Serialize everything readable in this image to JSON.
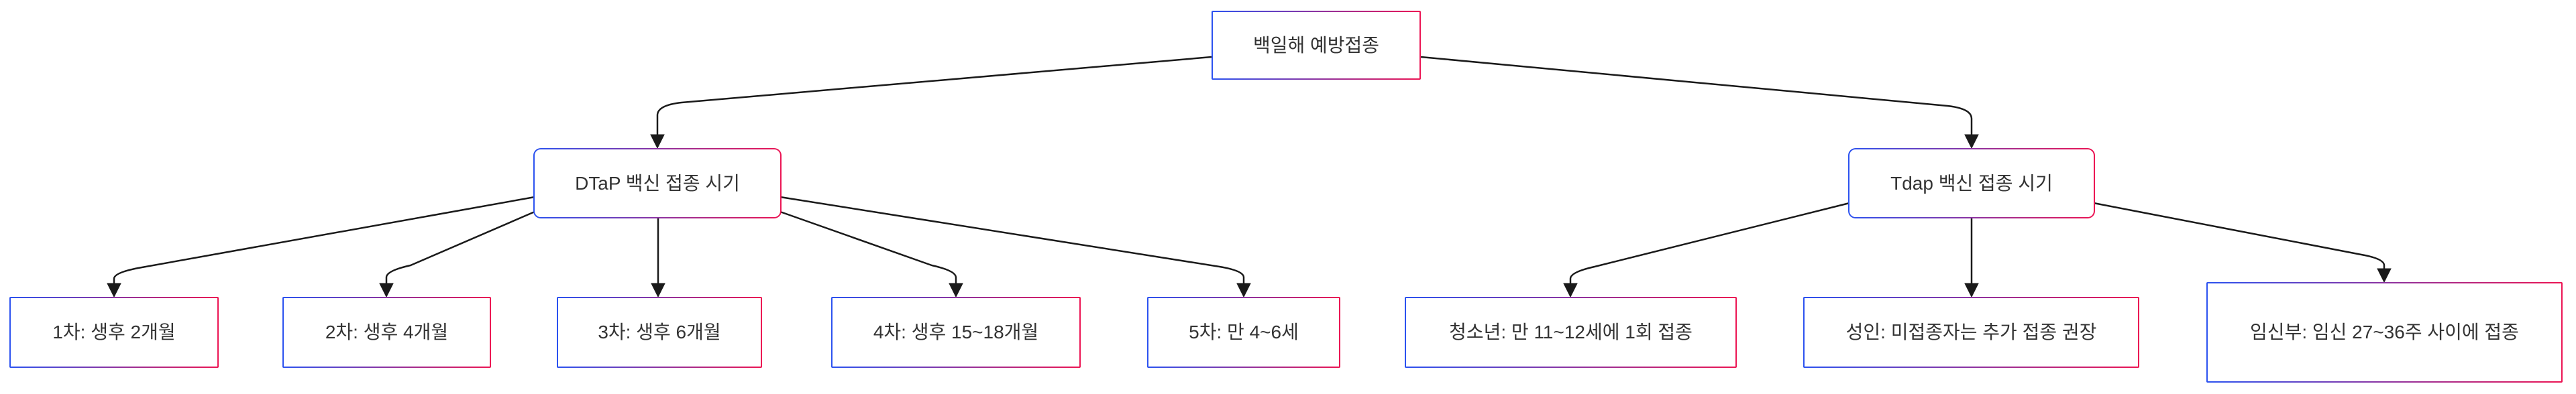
{
  "diagram": {
    "type": "flowchart",
    "direction": "top-down",
    "nodes": {
      "root": {
        "label": "백일해 예방접종",
        "shape": "rect"
      },
      "dtap": {
        "label": "DTaP 백신 접종 시기",
        "shape": "rounded"
      },
      "tdap": {
        "label": "Tdap 백신 접종 시기",
        "shape": "rounded"
      },
      "d1": {
        "label": "1차: 생후 2개월",
        "shape": "rect"
      },
      "d2": {
        "label": "2차: 생후 4개월",
        "shape": "rect"
      },
      "d3": {
        "label": "3차: 생후 6개월",
        "shape": "rect"
      },
      "d4": {
        "label": "4차: 생후 15~18개월",
        "shape": "rect"
      },
      "d5": {
        "label": "5차: 만 4~6세",
        "shape": "rect"
      },
      "t1": {
        "label": "청소년: 만 11~12세에 1회 접종",
        "shape": "rect"
      },
      "t2": {
        "label": "성인: 미접종자는 추가 접종 권장",
        "shape": "rect"
      },
      "t3": {
        "label": "임신부: 임신 27~36주 사이에 접종",
        "shape": "rect"
      }
    },
    "edges": [
      {
        "from": "root",
        "to": "dtap"
      },
      {
        "from": "root",
        "to": "tdap"
      },
      {
        "from": "dtap",
        "to": "d1"
      },
      {
        "from": "dtap",
        "to": "d2"
      },
      {
        "from": "dtap",
        "to": "d3"
      },
      {
        "from": "dtap",
        "to": "d4"
      },
      {
        "from": "dtap",
        "to": "d5"
      },
      {
        "from": "tdap",
        "to": "t1"
      },
      {
        "from": "tdap",
        "to": "t2"
      },
      {
        "from": "tdap",
        "to": "t3"
      }
    ],
    "colors": {
      "border_gradient_start": "#2b52f0",
      "border_gradient_end": "#ec1453",
      "line": "#1a1a1a",
      "text": "#333333",
      "node_fill": "#ffffff",
      "background": "#ffffff"
    }
  }
}
